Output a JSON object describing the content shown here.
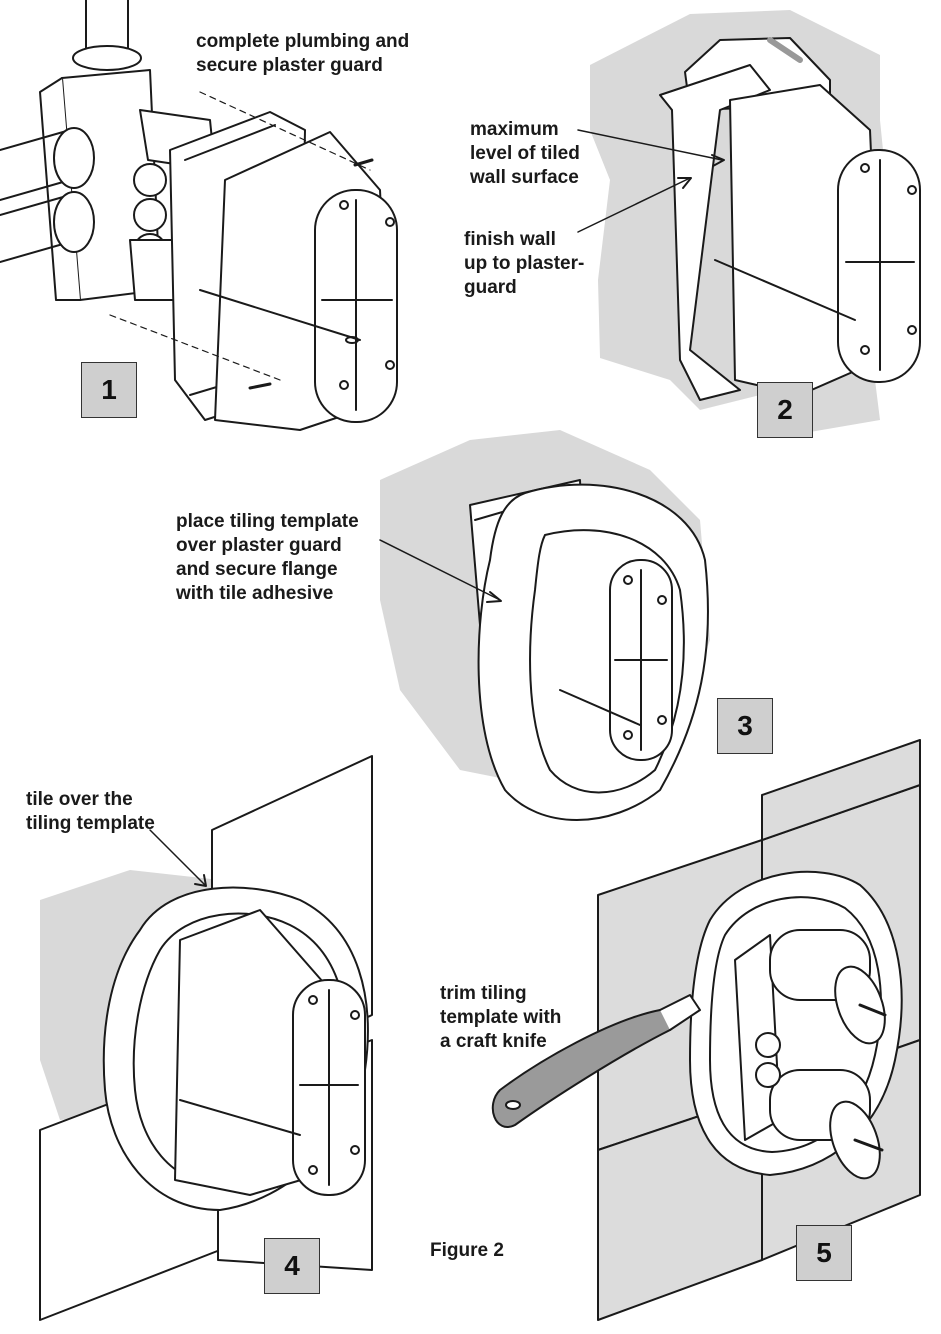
{
  "steps": [
    {
      "number": "1",
      "caption": [
        "complete plumbing and",
        "secure plaster guard"
      ]
    },
    {
      "number": "2",
      "caption_top": [
        "maximum",
        "level of tiled",
        "wall surface"
      ],
      "caption_bottom": [
        "finish wall",
        "up to plaster-",
        "guard"
      ]
    },
    {
      "number": "3",
      "caption": [
        "place tiling template",
        "over plaster guard",
        "and secure flange",
        "with tile adhesive"
      ]
    },
    {
      "number": "4",
      "caption": [
        "tile over the",
        "tiling template"
      ]
    },
    {
      "number": "5",
      "caption": [
        "trim tiling",
        "template with",
        "a craft knife"
      ]
    }
  ],
  "figure_label": "Figure 2",
  "colors": {
    "wall": "#d9d9d9",
    "badge": "#cfcfcf",
    "line": "#1a1a1a",
    "tile": "#dcdcdc",
    "knife": "#9a9a9a"
  }
}
